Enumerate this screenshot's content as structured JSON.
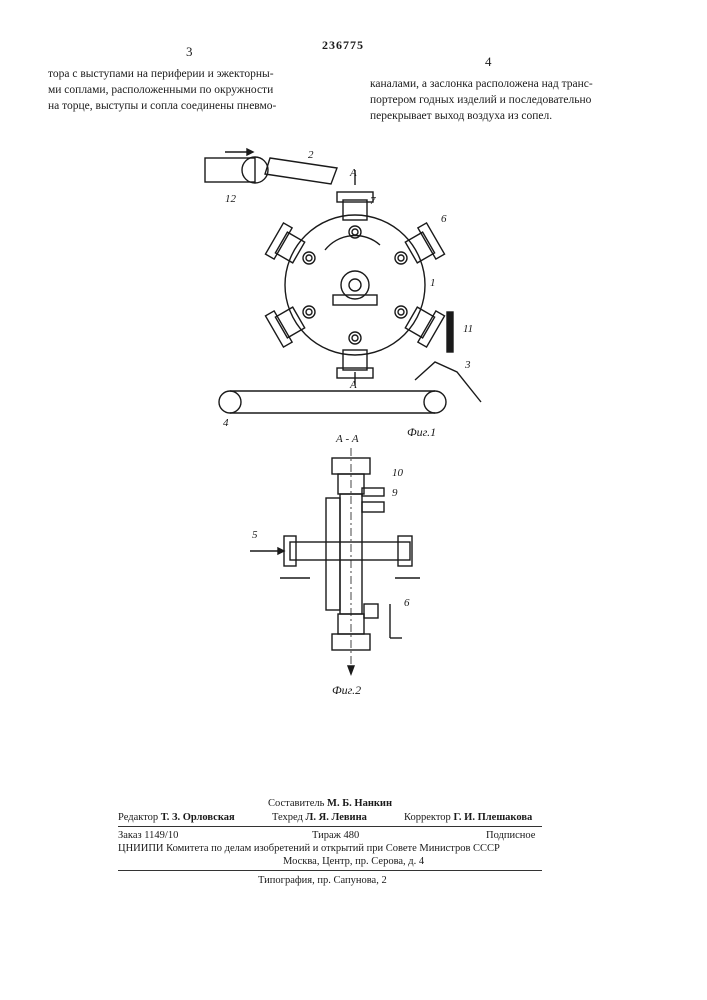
{
  "header": {
    "patent_number": "236775",
    "left_column_number": "3",
    "right_column_number": "4"
  },
  "left_column_text": [
    "тора с выступами на периферии и эжекторны-",
    "ми соплами, расположенными по окружности",
    "на торце, выступы и сопла соединены пневмо-"
  ],
  "right_column_text": [
    "каналами, а заслонка расположена над транс-",
    "портером годных изделий и последовательно",
    "перекрывает выход воздуха из сопел."
  ],
  "figure1": {
    "caption": "Фиг.1",
    "section_marker": "A",
    "labels": {
      "l1": "1",
      "l2": "2",
      "l3": "3",
      "l4": "4",
      "l6": "6",
      "l7": "7",
      "l11": "11",
      "l12": "12"
    }
  },
  "figure2": {
    "caption": "Фиг.2",
    "section_title": "А - А",
    "labels": {
      "l5": "5",
      "l6": "6",
      "l9": "9",
      "l10": "10"
    }
  },
  "imprint": {
    "compiler_label": "Составитель",
    "compiler_name": "М. Б. Нанкин",
    "editor_label": "Редактор",
    "editor_name": "Т. З. Орловская",
    "techred_label": "Техред",
    "techred_name": "Л. Я. Левина",
    "corrector_label": "Корректор",
    "corrector_name": "Г. И. Плешакова",
    "order": "Заказ 1149/10",
    "circulation": "Тираж 480",
    "subscription": "Подписное",
    "institute": "ЦНИИПИ Комитета по делам изобретений и открытий при Совете Министров СССР",
    "address": "Москва, Центр, пр. Серова, д. 4",
    "printer": "Типография, пр. Сапунова, 2"
  }
}
